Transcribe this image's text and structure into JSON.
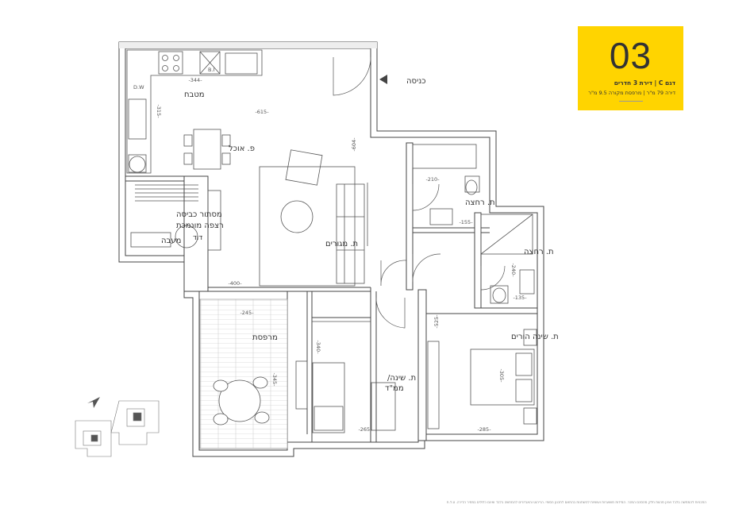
{
  "unit": {
    "number": "03",
    "model": "דגם C | דירת 3 חדרים",
    "area": "דירה 79 מ\"ר | מרפסת מקורה 9.5 מ\"ר"
  },
  "rooms": {
    "kitchen": "מטבח",
    "dining": "פ. אוכל",
    "living": "ת. מגורים",
    "balcony": "מרפסת",
    "bath1": "ת. רחצה",
    "bath2": "ת. רחצה",
    "master": "ת. שינה הורים",
    "bedroom_line1": "ת. שינה/",
    "bedroom_line2": "ממ\"ד",
    "storage_line1": "מסתור כביסה",
    "storage_line2": "רצפה מונמכת",
    "utility": "מעבה",
    "boiler": "דוד",
    "entrance": "כניסה",
    "dw": "D.W",
    "bi": "B.I"
  },
  "dimensions": {
    "kitchen_w": "-344-",
    "kitchen_d": "-315-",
    "living_w": "-615-",
    "living_d": "-604-",
    "living_low": "-400-",
    "balcony_w": "-245-",
    "balcony_d": "-345-",
    "bath1_w": "-210-",
    "bath1_d": "-155-",
    "bath2_w": "-240-",
    "bath2_d": "-135-",
    "hall": "-525-",
    "bed_d": "-340-",
    "bed_w": "-265-",
    "master_d": "-305-",
    "master_w": "-285-"
  },
  "disclaimer": "התכניות להמחשה בלבד ואינן מהוות חלק מהסכם המכר. המידות משוערות ועשויות להשתנות בהתאם לתכנון הסופי. הריהוט והאביזרים להמחשה בלבד ואינם כלולים במחיר הדירה. ט.ל.ח"
}
